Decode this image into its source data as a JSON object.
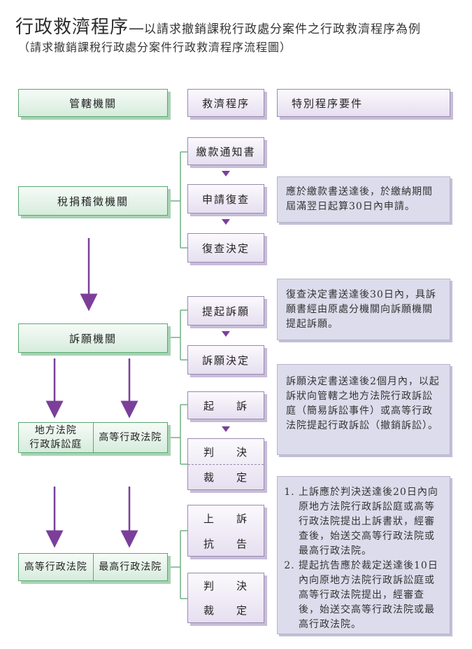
{
  "title": {
    "main": "行政救濟程序",
    "dash": "—",
    "sub": "以請求撤銷課稅行政處分案件之行政救濟程序為例",
    "paren": "（請求撤銷課稅行政處分案件行政救濟程序流程圖）"
  },
  "headers": {
    "authority": "管轄機關",
    "procedure": "救濟程序",
    "requirement": "特別程序要件"
  },
  "authorities": {
    "tax": "稅捐稽徵機關",
    "appeal": "訴願機關",
    "local_court": "地方法院\n行政訴訟庭",
    "high_court": "高等行政法院",
    "high_court_2": "高等行政法院",
    "supreme_court": "最高行政法院"
  },
  "procedures": {
    "tax_notice": "繳款通知書",
    "apply_review": "申請復查",
    "review_decision": "復查決定",
    "file_appeal": "提起訴願",
    "appeal_decision": "訴願決定",
    "sue": [
      "起",
      "訴"
    ],
    "judgment": [
      "判",
      "決"
    ],
    "ruling": [
      "裁",
      "定"
    ],
    "appeal_up": [
      "上",
      "訴"
    ],
    "protest": [
      "抗",
      "告"
    ],
    "judgment_2": [
      "判",
      "決"
    ],
    "ruling_2": [
      "裁",
      "定"
    ]
  },
  "notes": {
    "review": "應於繳款書送達後，於繳納期間屆滿翌日起算30日內申請。",
    "appeal": "復查決定書送達後30日內，具訴願書經由原處分機關向訴願機關提起訴願。",
    "lawsuit": "訴願決定書送達後2個月內，以起訴狀向管轄之地方法院行政訴訟庭（簡易訴訟事件）或高等行政法院提起行政訴訟（撤銷訴訟）。",
    "final": [
      "上訴應於判決送達後20日內向原地方法院行政訴訟庭或高等行政法院提出上訴書狀，經審查後，始送交高等行政法院或最高行政法院。",
      "提起抗告應於裁定送達後10日內向原地方法院行政訴訟庭或高等行政法院提出，經審查後，始送交高等行政法院或最高行政法院。"
    ]
  },
  "colors": {
    "green_border": "#5aa872",
    "purple_border": "#9a8ab0",
    "arrow": "#7b3f9a",
    "connector": "#6db383"
  }
}
